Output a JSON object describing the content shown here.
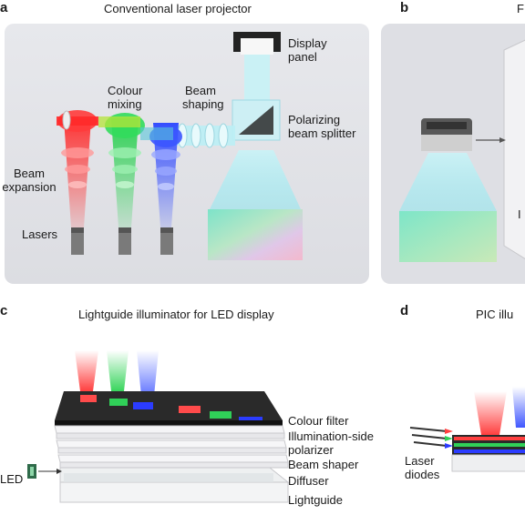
{
  "panels": {
    "a": {
      "letter": "a",
      "title": "Conventional laser projector",
      "labels": {
        "display_panel": [
          "Display",
          "panel"
        ],
        "colour_mixing": [
          "Colour",
          "mixing"
        ],
        "beam_shaping": [
          "Beam",
          "shaping"
        ],
        "polarizing_beam_splitter": [
          "Polarizing",
          "beam splitter"
        ],
        "beam_expansion": [
          "Beam",
          "expansion"
        ],
        "lasers": "Lasers"
      }
    },
    "b": {
      "letter": "b",
      "title": "F",
      "side_text": "I"
    },
    "c": {
      "letter": "c",
      "title": "Lightguide illuminator for LED display",
      "labels": {
        "colour_filter": "Colour filter",
        "illumination_polarizer": [
          "Illumination-side",
          "polarizer"
        ],
        "beam_shaper": "Beam shaper",
        "diffuser": "Diffuser",
        "lightguide": "Lightguide",
        "led": "LED"
      }
    },
    "d": {
      "letter": "d",
      "title": "PIC illu",
      "labels": {
        "laser_diodes": [
          "Laser",
          "diodes"
        ]
      }
    }
  },
  "colors": {
    "red": "#ff2a2a",
    "green": "#22d04a",
    "blue": "#2b45ff",
    "cyan": "#a8ecf5",
    "panel_bg": "#e2e3e7"
  }
}
